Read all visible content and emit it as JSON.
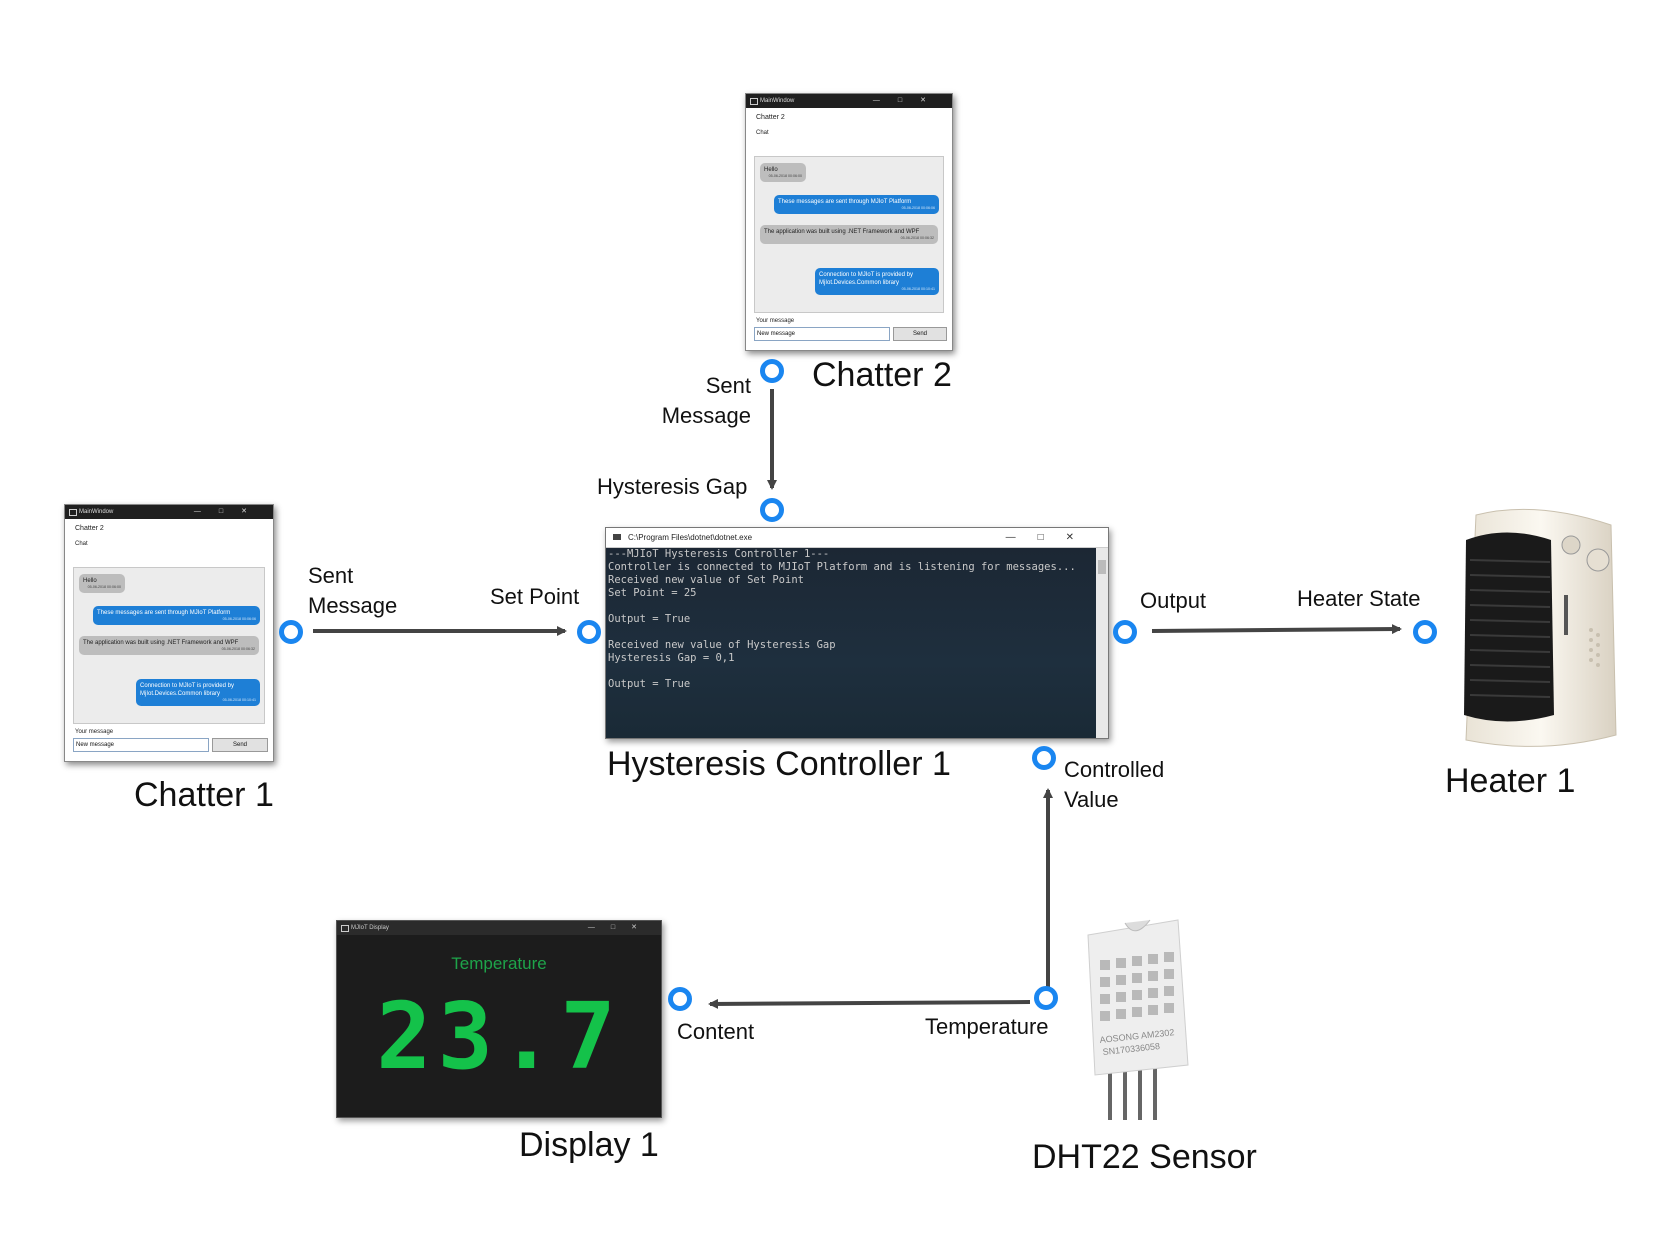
{
  "nodes": {
    "chatter2": {
      "title": "Chatter 2",
      "window": {
        "title": "MainWindow",
        "header": "Chatter 2",
        "chat_label": "Chat",
        "messages": [
          {
            "text": "Hello",
            "time": "05-06-2018 00:06:00",
            "from": "other"
          },
          {
            "text": "These messages are sent through MJIoT Platform",
            "time": "05-06-2018 00:06:06",
            "from": "me"
          },
          {
            "text": "The application was built using .NET Framework and WPF",
            "time": "05-06-2018 00:06:32",
            "from": "other"
          },
          {
            "text": "Connection to MJIoT is provided by MjIot.Devices.Common library",
            "time": "05-06-2018 00:10:41",
            "from": "me"
          }
        ],
        "your_message_label": "Your message",
        "input_value": "New message",
        "send_label": "Send"
      }
    },
    "chatter1": {
      "title": "Chatter 1",
      "window": {
        "title": "MainWindow",
        "header": "Chatter 2",
        "chat_label": "Chat",
        "messages": [
          {
            "text": "Hello",
            "time": "05-06-2018 00:06:00",
            "from": "other"
          },
          {
            "text": "These messages are sent through MJIoT Platform",
            "time": "05-06-2018 00:06:06",
            "from": "me"
          },
          {
            "text": "The application was built using .NET Framework and WPF",
            "time": "05-06-2018 00:06:32",
            "from": "other"
          },
          {
            "text": "Connection to MJIoT is provided by MjIot.Devices.Common library",
            "time": "05-06-2018 00:10:41",
            "from": "me"
          }
        ],
        "your_message_label": "Your message",
        "input_value": "New message",
        "send_label": "Send"
      }
    },
    "controller": {
      "title": "Hysteresis Controller 1",
      "window_title": "C:\\Program Files\\dotnet\\dotnet.exe",
      "console_lines": [
        "---MJIoT Hysteresis Controller 1---",
        "Controller is connected to MJIoT Platform and is listening for messages...",
        "Received new value of Set Point",
        "Set Point = 25",
        "",
        "Output = True",
        "",
        "Received new value of Hysteresis Gap",
        "Hysteresis Gap = 0,1",
        "",
        "Output = True"
      ]
    },
    "heater": {
      "title": "Heater 1"
    },
    "display": {
      "title": "Display 1",
      "window_title": "MJIoT Display",
      "label": "Temperature",
      "value": "23.7"
    },
    "sensor": {
      "title": "DHT22 Sensor",
      "print_line1": "AOSONG AM2302",
      "print_line2": "SN170336058"
    }
  },
  "ports": {
    "chatter2_out": "Sent Message",
    "chatter1_out": "Sent Message",
    "controller_setpoint": "Set Point",
    "controller_gap": "Hysteresis Gap",
    "controller_output": "Output",
    "controller_value": "Controlled Value",
    "heater_in": "Heater State",
    "display_in": "Content",
    "sensor_out": "Temperature"
  },
  "colors": {
    "port": "#1a86f0",
    "edge": "#444444",
    "display_green": "#14c24a"
  }
}
